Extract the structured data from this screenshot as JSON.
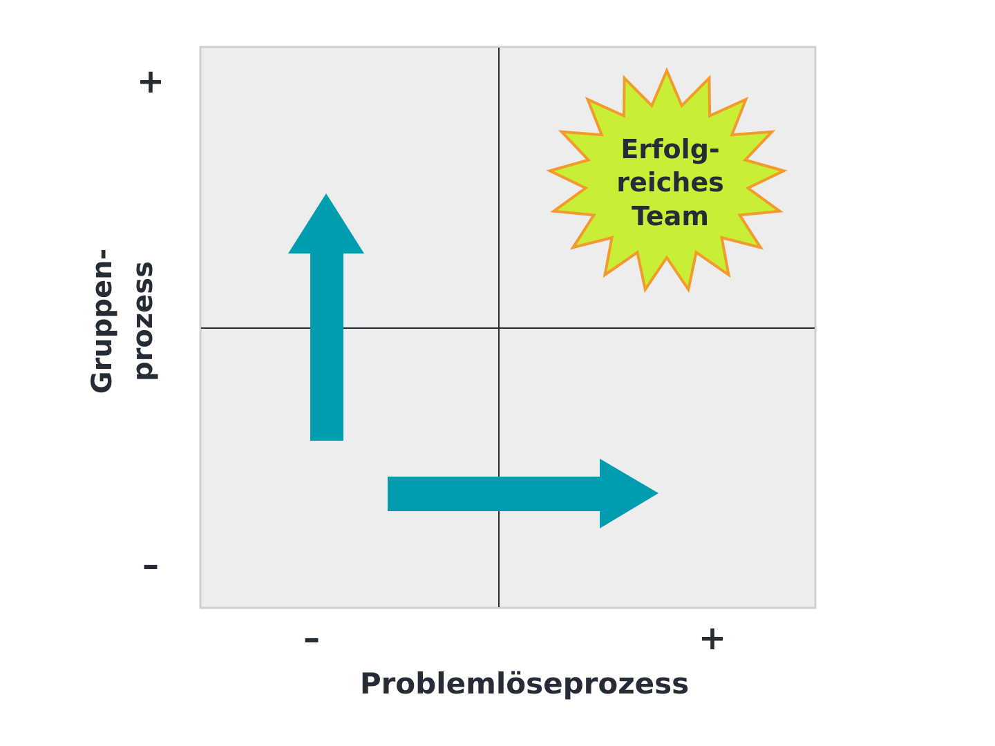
{
  "y_axis": {
    "label_line1": "Gruppen-",
    "label_line2": "prozess",
    "high": "+",
    "low": "–"
  },
  "x_axis": {
    "label": "Problemlöseprozess",
    "low": "–",
    "high": "+"
  },
  "burst": {
    "line1": "Erfolg-",
    "line2": "reiches",
    "line3": "Team"
  },
  "colors": {
    "plot_background": "#ededed",
    "plot_border": "#cfcfcf",
    "divider": "#262c36",
    "arrow": "#009cb0",
    "burst_fill": "#c8ee35",
    "burst_stroke": "#f39a2c",
    "text": "#262c36"
  }
}
